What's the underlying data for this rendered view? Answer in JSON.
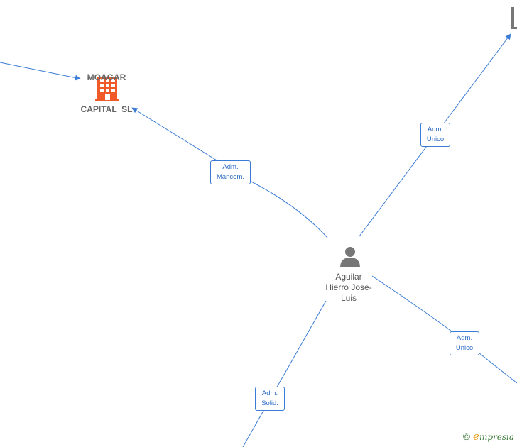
{
  "colors": {
    "edge": "#3a7bd5",
    "company_icon": "#f05a28",
    "person_icon": "#777777",
    "company_text": "#666666",
    "role_text": "#2a6bc4"
  },
  "nodes": {
    "company_main": {
      "name_line1": "MOAGAR",
      "name_line2": "CAPITAL  SL",
      "icon": "building-icon"
    },
    "company_top_right": {
      "icon": "building-icon"
    },
    "person": {
      "name_line1": "Aguilar",
      "name_line2": "Hierro Jose-",
      "name_line3": "Luis",
      "icon": "person-icon"
    }
  },
  "roles": {
    "mancom": {
      "line1": "Adm.",
      "line2": "Mancom."
    },
    "unico_top": {
      "line1": "Adm.",
      "line2": "Unico"
    },
    "unico_bottom": {
      "line1": "Adm.",
      "line2": "Unico"
    },
    "solid": {
      "line1": "Adm.",
      "line2": "Solid."
    }
  },
  "brand": {
    "copyright": "©",
    "e": "e",
    "rest": "mpresia"
  }
}
